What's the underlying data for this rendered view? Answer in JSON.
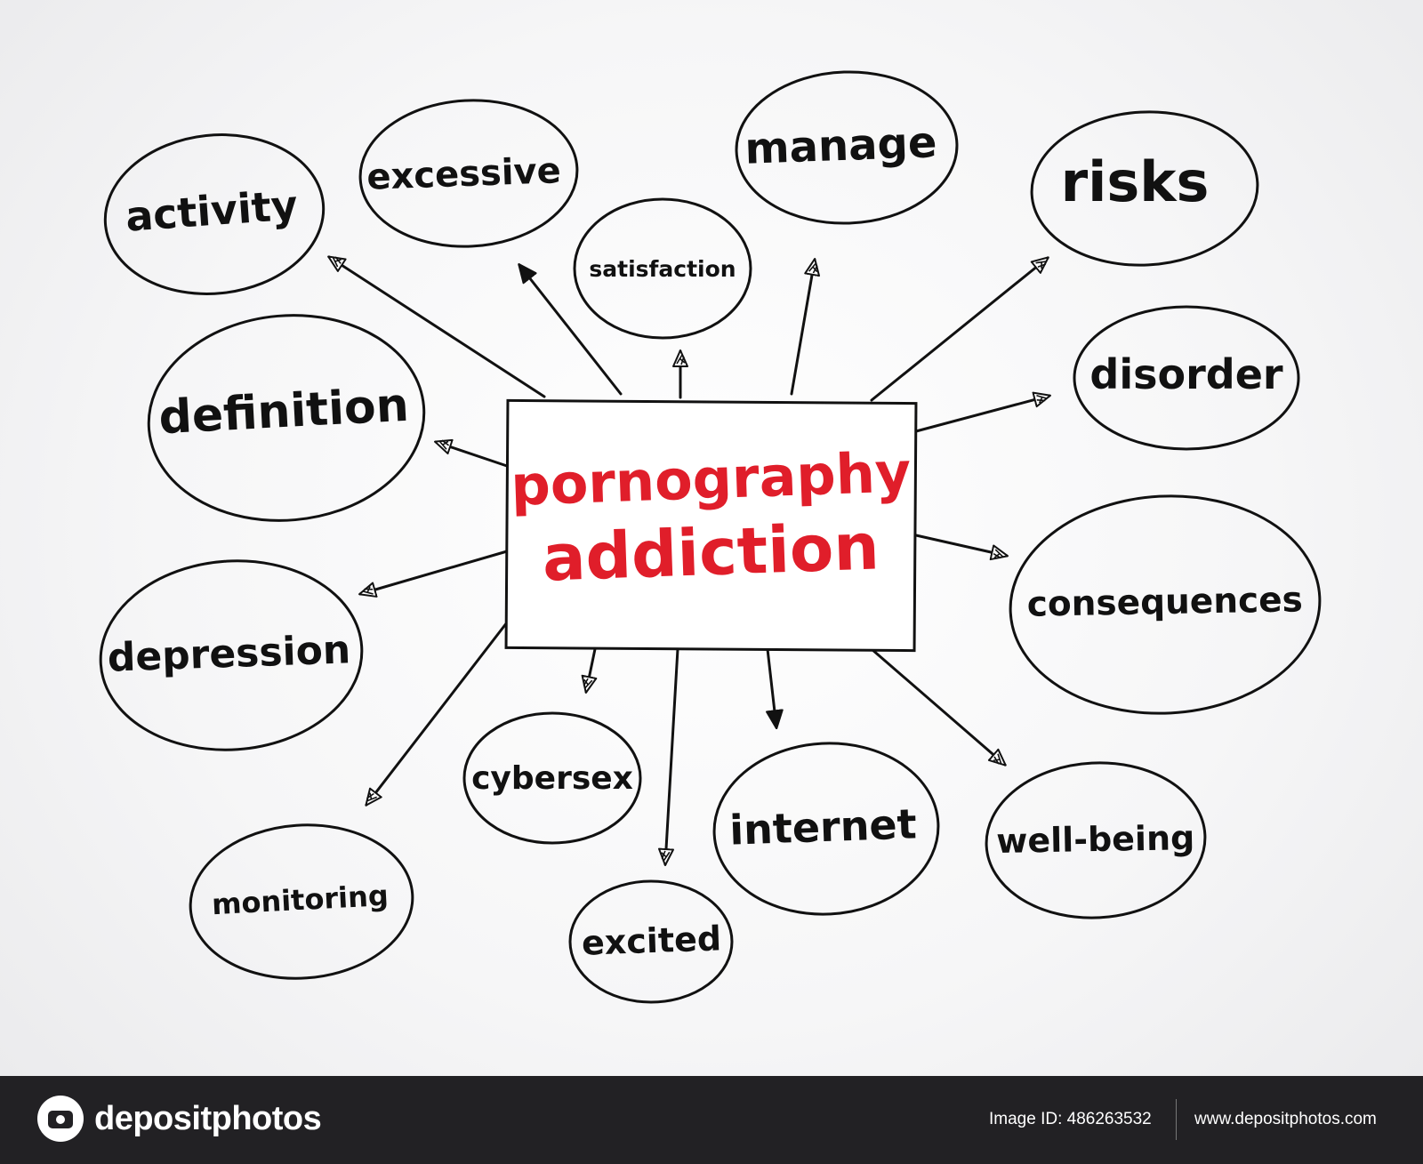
{
  "diagram": {
    "center": {
      "line1": "pornography",
      "line2": "addiction"
    },
    "nodes": [
      {
        "id": "activity",
        "label": "activity"
      },
      {
        "id": "excessive",
        "label": "excessive"
      },
      {
        "id": "satisfaction",
        "label": "satisfaction"
      },
      {
        "id": "manage",
        "label": "manage"
      },
      {
        "id": "risks",
        "label": "risks"
      },
      {
        "id": "definition",
        "label": "definition"
      },
      {
        "id": "disorder",
        "label": "disorder"
      },
      {
        "id": "depression",
        "label": "depression"
      },
      {
        "id": "consequences",
        "label": "consequences"
      },
      {
        "id": "cybersex",
        "label": "cybersex"
      },
      {
        "id": "internet",
        "label": "internet"
      },
      {
        "id": "well-being",
        "label": "well-being"
      },
      {
        "id": "monitoring",
        "label": "monitoring"
      },
      {
        "id": "excited",
        "label": "excited"
      }
    ]
  },
  "footer": {
    "brand": "depositphotos",
    "image_id": "Image ID: 486263532",
    "website": "www.depositphotos.com"
  }
}
